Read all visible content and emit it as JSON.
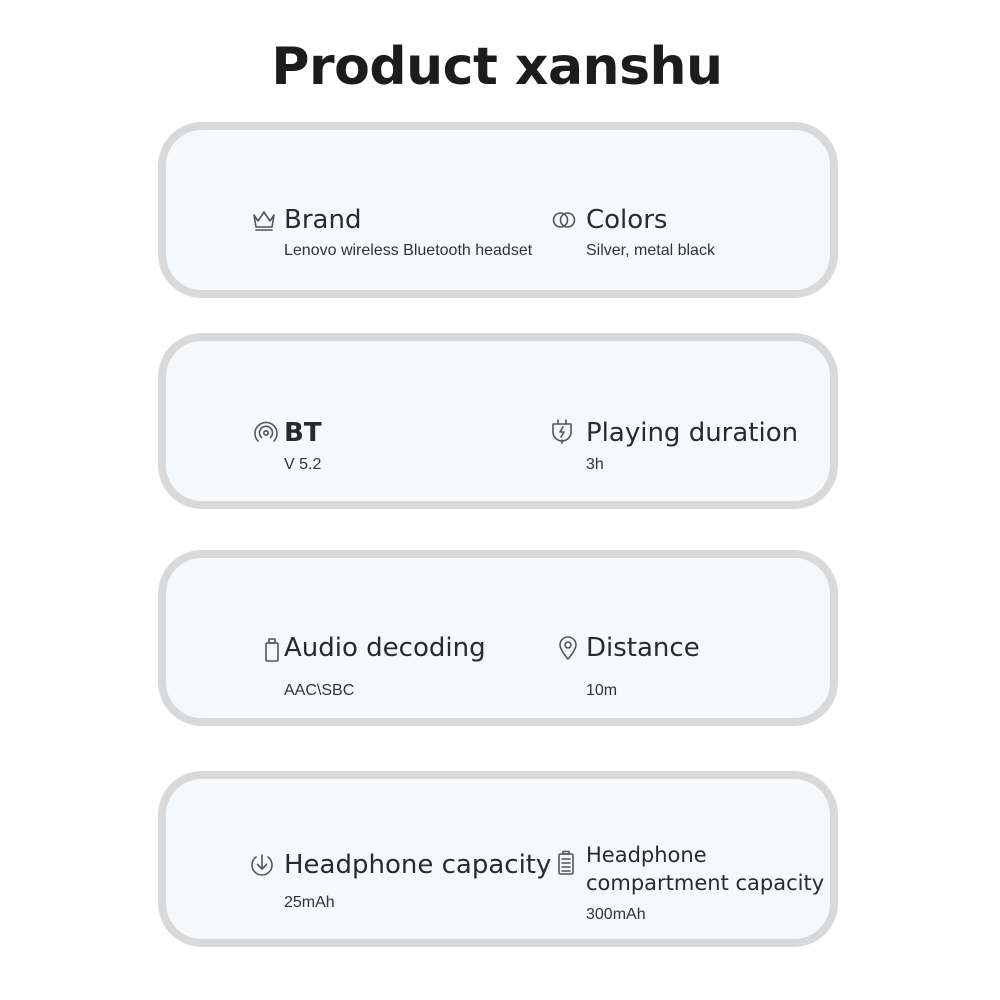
{
  "title": "Product xanshu",
  "cards": [
    {
      "left": {
        "icon": "crown-icon",
        "label": "Brand",
        "value": "Lenovo wireless Bluetooth headset"
      },
      "right": {
        "icon": "color-circles-icon",
        "label": "Colors",
        "value": "Silver, metal black"
      }
    },
    {
      "left": {
        "icon": "wireless-signal-icon",
        "label": "BT",
        "value": "V 5.2"
      },
      "right": {
        "icon": "charging-plug-icon",
        "label": "Playing duration",
        "value": "3h"
      }
    },
    {
      "left": {
        "icon": "audio-chip-icon",
        "label": "Audio decoding",
        "value": "AAC\\SBC"
      },
      "right": {
        "icon": "location-pin-icon",
        "label": "Distance",
        "value": "10m"
      }
    },
    {
      "left": {
        "icon": "download-arrow-icon",
        "label": "Headphone capacity",
        "value": "25mAh"
      },
      "right": {
        "icon": "battery-icon",
        "label": "Headphone compartment capacity",
        "value": "300mAh"
      }
    }
  ]
}
